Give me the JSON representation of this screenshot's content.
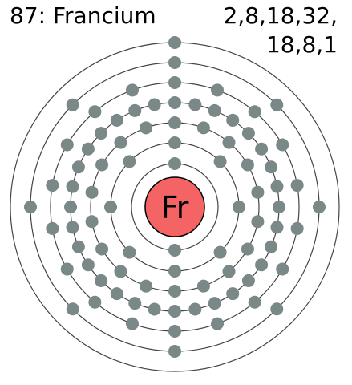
{
  "title": "87: Francium",
  "configuration": {
    "line1": "2,8,18,32,",
    "line2": "18,8,1"
  },
  "nucleus": {
    "symbol": "Fr"
  },
  "shells": [
    {
      "name": "shell-1",
      "electrons": 2
    },
    {
      "name": "shell-2",
      "electrons": 8
    },
    {
      "name": "shell-3",
      "electrons": 18
    },
    {
      "name": "shell-4",
      "electrons": 32
    },
    {
      "name": "shell-5",
      "electrons": 18
    },
    {
      "name": "shell-6",
      "electrons": 8
    },
    {
      "name": "shell-7",
      "electrons": 1
    }
  ],
  "colors": {
    "nucleus_fill": "#f56464",
    "nucleus_stroke": "#000000",
    "electron_fill": "#7a8888",
    "orbit_stroke": "#444444",
    "text": "#000000"
  }
}
